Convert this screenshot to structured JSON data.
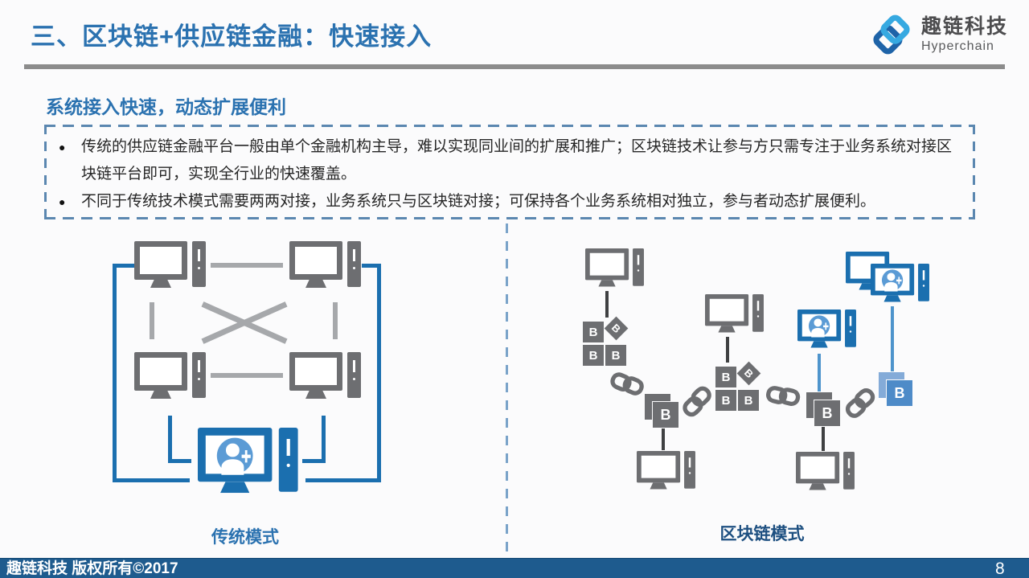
{
  "slide": {
    "title": "三、区块链+供应链金融：快速接入",
    "page_number": "8"
  },
  "logo": {
    "company_cn": "趣链科技",
    "company_en": "Hyperchain"
  },
  "content": {
    "section_heading": "系统接入快速，动态扩展便利",
    "bullet_glyph": "●",
    "bullets": [
      "传统的供应链金融平台一般由单个金融机构主导，难以实现同业间的扩展和推广；区块链技术让参与方只需专注于业务系统对接区块链平台即可，实现全行业的快速覆盖。",
      "不同于传统技术模式需要两两对接，业务系统只与区块链对接；可保持各个业务系统相对独立，参与者动态扩展便利。"
    ]
  },
  "diagrams": {
    "left_label": "传统模式",
    "right_label": "区块链模式",
    "block_letter": "B"
  },
  "footer": {
    "copyright": "趣链科技 版权所有©2017"
  },
  "colors": {
    "accent_blue": "#2B72B0",
    "device_blue": "#1B6FAF",
    "light_blue": "#5B9BD5",
    "icon_gray": "#6D6E71",
    "line_gray": "#A6A8AB",
    "footer_bar": "#1E5B8E",
    "dashed_border": "#5B87B0",
    "right_label_blue": "#1D4F80"
  }
}
